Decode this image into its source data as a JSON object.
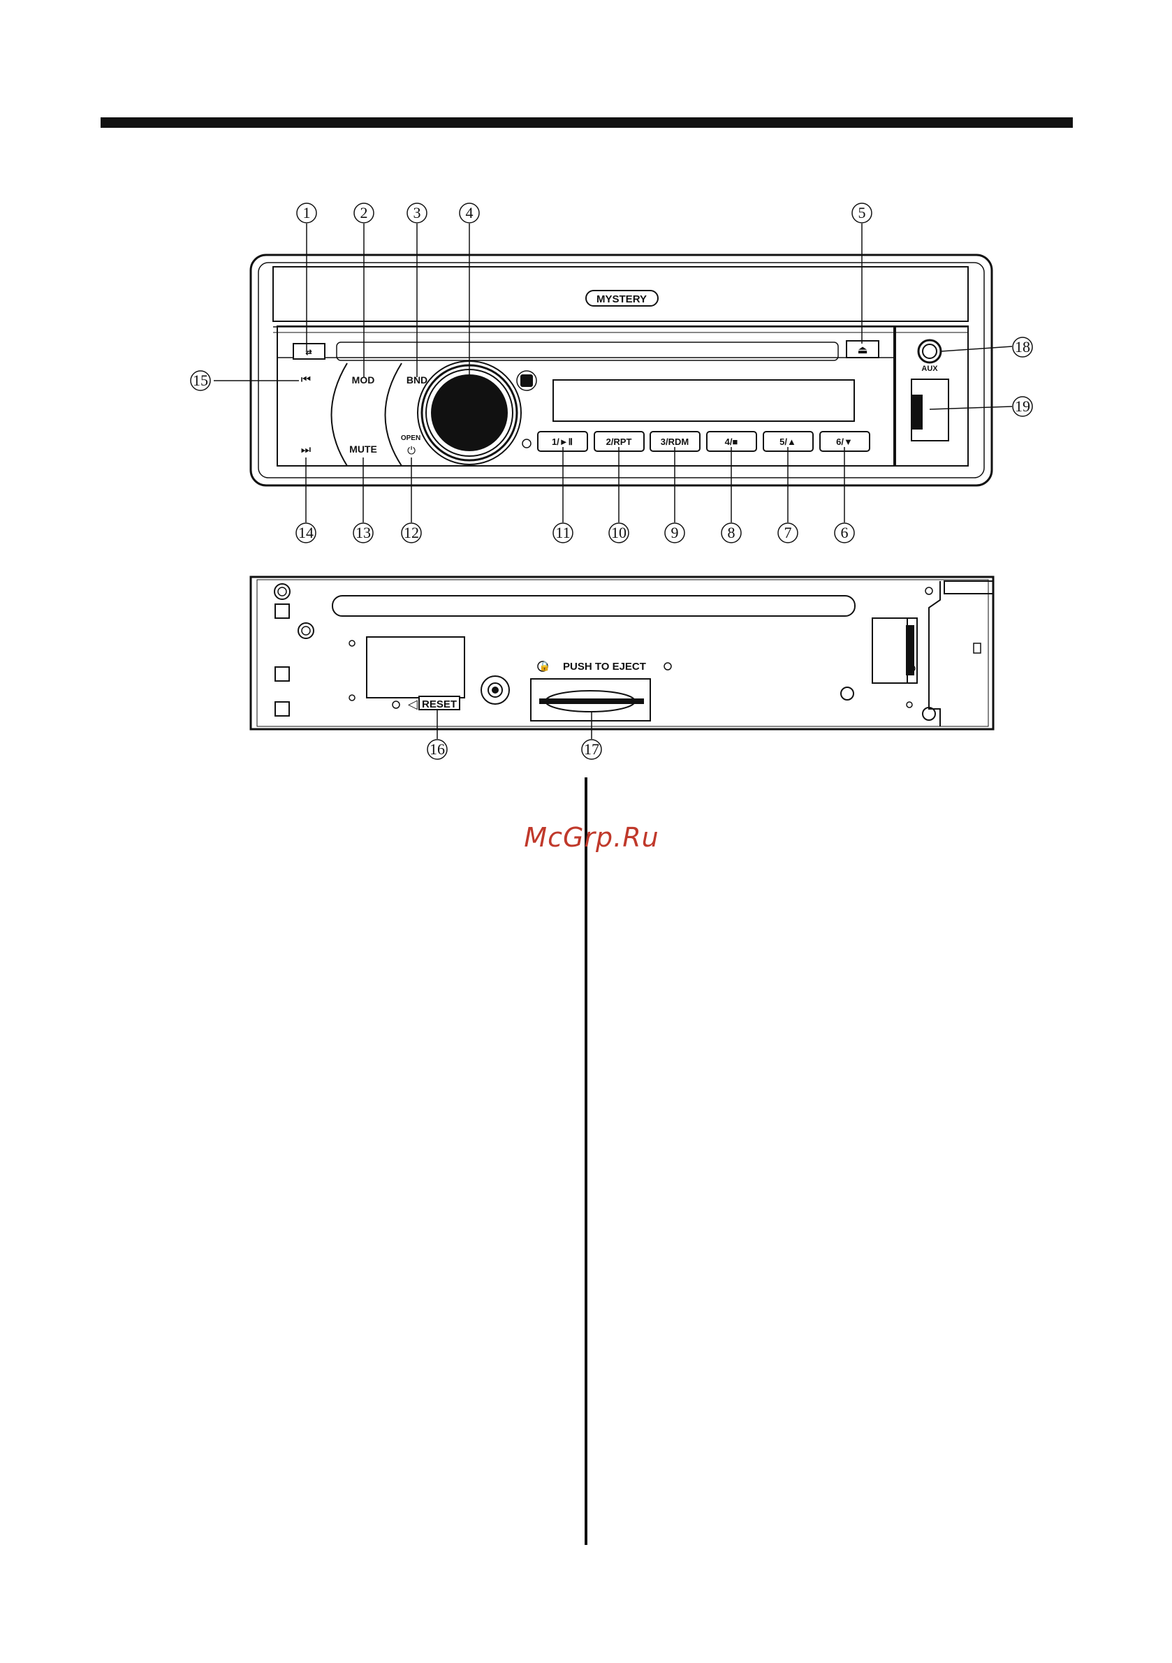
{
  "brand": "MYSTERY",
  "front_panel": {
    "mod": "MOD",
    "bnd": "BND",
    "mute": "MUTE",
    "open": "OPEN",
    "aux": "AUX",
    "preset_buttons": [
      "1/►Ⅱ",
      "2/RPT",
      "3/RDM",
      "4/■",
      "5/▲",
      "6/▼"
    ]
  },
  "back_panel": {
    "push_to_eject": "PUSH TO EJECT",
    "reset": "RESET"
  },
  "callouts": [
    "1",
    "2",
    "3",
    "4",
    "5",
    "6",
    "7",
    "8",
    "9",
    "10",
    "11",
    "12",
    "13",
    "14",
    "15",
    "16",
    "17",
    "18",
    "19"
  ],
  "watermark": "McGrp.Ru",
  "colors": {
    "ink": "#111111",
    "watermark": "#c0392b"
  }
}
